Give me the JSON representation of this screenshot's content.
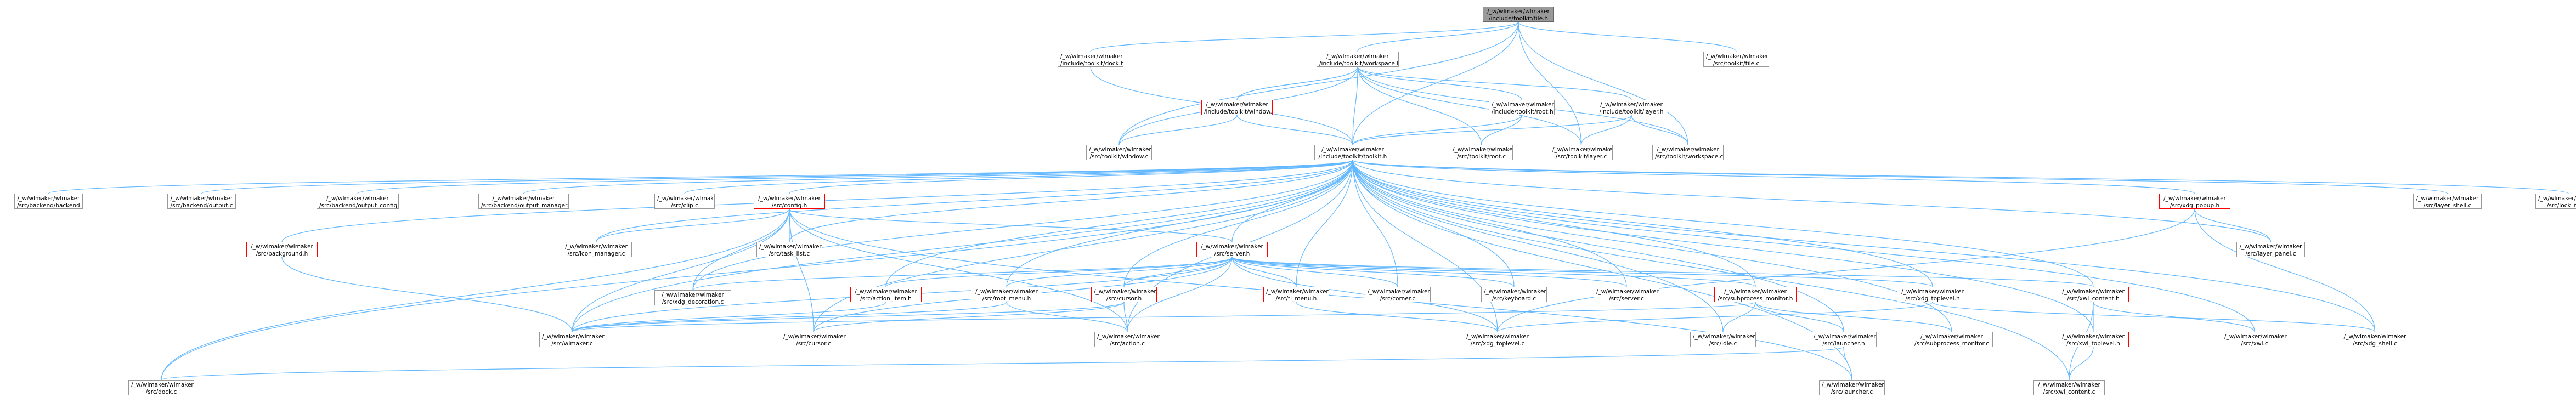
{
  "diagram": {
    "nodes": [
      {
        "id": "root",
        "line1": "/_w/wlmaker/wlmaker",
        "line2": "/include/toolkit/tile.h",
        "kind": "root"
      },
      {
        "id": "dock_h",
        "line1": "/_w/wlmaker/wlmaker",
        "line2": "/include/toolkit/dock.h",
        "kind": "plain"
      },
      {
        "id": "workspace_h",
        "line1": "/_w/wlmaker/wlmaker",
        "line2": "/include/toolkit/workspace.h",
        "kind": "plain"
      },
      {
        "id": "tile_c",
        "line1": "/_w/wlmaker/wlmaker",
        "line2": "/src/toolkit/tile.c",
        "kind": "plain"
      },
      {
        "id": "window_h",
        "line1": "/_w/wlmaker/wlmaker",
        "line2": "/include/toolkit/window.h",
        "kind": "red"
      },
      {
        "id": "root_h",
        "line1": "/_w/wlmaker/wlmaker",
        "line2": "/include/toolkit/root.h",
        "kind": "plain"
      },
      {
        "id": "layer_h",
        "line1": "/_w/wlmaker/wlmaker",
        "line2": "/include/toolkit/layer.h",
        "kind": "red"
      },
      {
        "id": "window_c",
        "line1": "/_w/wlmaker/wlmaker",
        "line2": "/src/toolkit/window.c",
        "kind": "plain"
      },
      {
        "id": "toolkit_h",
        "line1": "/_w/wlmaker/wlmaker",
        "line2": "/include/toolkit/toolkit.h",
        "kind": "plain"
      },
      {
        "id": "root_c",
        "line1": "/_w/wlmaker/wlmaker",
        "line2": "/src/toolkit/root.c",
        "kind": "plain"
      },
      {
        "id": "layer_c",
        "line1": "/_w/wlmaker/wlmaker",
        "line2": "/src/toolkit/layer.c",
        "kind": "plain"
      },
      {
        "id": "workspace_c",
        "line1": "/_w/wlmaker/wlmaker",
        "line2": "/src/toolkit/workspace.c",
        "kind": "plain"
      },
      {
        "id": "backend_c",
        "line1": "/_w/wlmaker/wlmaker",
        "line2": "/src/backend/backend.c",
        "kind": "plain"
      },
      {
        "id": "output_c",
        "line1": "/_w/wlmaker/wlmaker",
        "line2": "/src/backend/output.c",
        "kind": "plain"
      },
      {
        "id": "output_config_c",
        "line1": "/_w/wlmaker/wlmaker",
        "line2": "/src/backend/output_config.c",
        "kind": "plain"
      },
      {
        "id": "output_manager_c",
        "line1": "/_w/wlmaker/wlmaker",
        "line2": "/src/backend/output_manager.c",
        "kind": "plain"
      },
      {
        "id": "clip_c",
        "line1": "/_w/wlmaker/wlmaker",
        "line2": "/src/clip.c",
        "kind": "plain"
      },
      {
        "id": "config_h",
        "line1": "/_w/wlmaker/wlmaker",
        "line2": "/src/config.h",
        "kind": "red"
      },
      {
        "id": "background_h",
        "line1": "/_w/wlmaker/wlmaker",
        "line2": "/src/background.h",
        "kind": "red"
      },
      {
        "id": "icon_manager_c",
        "line1": "/_w/wlmaker/wlmaker",
        "line2": "/src/icon_manager.c",
        "kind": "plain"
      },
      {
        "id": "task_list_c",
        "line1": "/_w/wlmaker/wlmaker",
        "line2": "/src/task_list.c",
        "kind": "plain"
      },
      {
        "id": "server_h",
        "line1": "/_w/wlmaker/wlmaker",
        "line2": "/src/server.h",
        "kind": "red"
      },
      {
        "id": "xdg_popup_h",
        "line1": "/_w/wlmaker/wlmaker",
        "line2": "/src/xdg_popup.h",
        "kind": "red"
      },
      {
        "id": "layer_shell_c",
        "line1": "/_w/wlmaker/wlmaker",
        "line2": "/src/layer_shell.c",
        "kind": "plain"
      },
      {
        "id": "lock_mgr_c",
        "line1": "/_w/wlmaker/wlmaker",
        "line2": "/src/lock_mgr.c",
        "kind": "plain"
      },
      {
        "id": "layer_panel_c",
        "line1": "/_w/wlmaker/wlmaker",
        "line2": "/src/layer_panel.c",
        "kind": "plain"
      },
      {
        "id": "xdg_decoration_c",
        "line1": "/_w/wlmaker/wlmaker",
        "line2": "/src/xdg_decoration.c",
        "kind": "plain"
      },
      {
        "id": "action_item_h",
        "line1": "/_w/wlmaker/wlmaker",
        "line2": "/src/action_item.h",
        "kind": "red"
      },
      {
        "id": "root_menu_h",
        "line1": "/_w/wlmaker/wlmaker",
        "line2": "/src/root_menu.h",
        "kind": "red"
      },
      {
        "id": "cursor_h",
        "line1": "/_w/wlmaker/wlmaker",
        "line2": "/src/cursor.h",
        "kind": "red"
      },
      {
        "id": "tl_menu_h",
        "line1": "/_w/wlmaker/wlmaker",
        "line2": "/src/tl_menu.h",
        "kind": "red"
      },
      {
        "id": "corner_c",
        "line1": "/_w/wlmaker/wlmaker",
        "line2": "/src/corner.c",
        "kind": "plain"
      },
      {
        "id": "keyboard_c",
        "line1": "/_w/wlmaker/wlmaker",
        "line2": "/src/keyboard.c",
        "kind": "plain"
      },
      {
        "id": "server_c",
        "line1": "/_w/wlmaker/wlmaker",
        "line2": "/src/server.c",
        "kind": "plain"
      },
      {
        "id": "subprocess_monitor_h",
        "line1": "/_w/wlmaker/wlmaker",
        "line2": "/src/subprocess_monitor.h",
        "kind": "red"
      },
      {
        "id": "xdg_toplevel_h",
        "line1": "/_w/wlmaker/wlmaker",
        "line2": "/src/xdg_toplevel.h",
        "kind": "plain"
      },
      {
        "id": "xwl_content_h",
        "line1": "/_w/wlmaker/wlmaker",
        "line2": "/src/xwl_content.h",
        "kind": "red"
      },
      {
        "id": "wlmaker_c",
        "line1": "/_w/wlmaker/wlmaker",
        "line2": "/src/wlmaker.c",
        "kind": "plain"
      },
      {
        "id": "cursor_c",
        "line1": "/_w/wlmaker/wlmaker",
        "line2": "/src/cursor.c",
        "kind": "plain"
      },
      {
        "id": "action_c",
        "line1": "/_w/wlmaker/wlmaker",
        "line2": "/src/action.c",
        "kind": "plain"
      },
      {
        "id": "xdg_toplevel_c",
        "line1": "/_w/wlmaker/wlmaker",
        "line2": "/src/xdg_toplevel.c",
        "kind": "plain"
      },
      {
        "id": "idle_c",
        "line1": "/_w/wlmaker/wlmaker",
        "line2": "/src/idle.c",
        "kind": "plain"
      },
      {
        "id": "launcher_h",
        "line1": "/_w/wlmaker/wlmaker",
        "line2": "/src/launcher.h",
        "kind": "plain"
      },
      {
        "id": "subprocess_monitor_c",
        "line1": "/_w/wlmaker/wlmaker",
        "line2": "/src/subprocess_monitor.c",
        "kind": "plain"
      },
      {
        "id": "xwl_toplevel_h",
        "line1": "/_w/wlmaker/wlmaker",
        "line2": "/src/xwl_toplevel.h",
        "kind": "red"
      },
      {
        "id": "xwl_c",
        "line1": "/_w/wlmaker/wlmaker",
        "line2": "/src/xwl.c",
        "kind": "plain"
      },
      {
        "id": "xdg_shell_c",
        "line1": "/_w/wlmaker/wlmaker",
        "line2": "/src/xdg_shell.c",
        "kind": "plain"
      },
      {
        "id": "dock_c",
        "line1": "/_w/wlmaker/wlmaker",
        "line2": "/src/dock.c",
        "kind": "plain"
      },
      {
        "id": "launcher_c",
        "line1": "/_w/wlmaker/wlmaker",
        "line2": "/src/launcher.c",
        "kind": "plain"
      },
      {
        "id": "xwl_content_c",
        "line1": "/_w/wlmaker/wlmaker",
        "line2": "/src/xwl_content.c",
        "kind": "plain"
      }
    ],
    "edges": [
      [
        "root",
        "dock_h"
      ],
      [
        "root",
        "workspace_h"
      ],
      [
        "root",
        "tile_c"
      ],
      [
        "root",
        "window_c"
      ],
      [
        "root",
        "toolkit_h"
      ],
      [
        "root",
        "layer_c"
      ],
      [
        "root",
        "workspace_c"
      ],
      [
        "dock_h",
        "toolkit_h"
      ],
      [
        "workspace_h",
        "window_h"
      ],
      [
        "workspace_h",
        "root_h"
      ],
      [
        "workspace_h",
        "layer_h"
      ],
      [
        "workspace_h",
        "window_c"
      ],
      [
        "workspace_h",
        "toolkit_h"
      ],
      [
        "workspace_h",
        "root_c"
      ],
      [
        "workspace_h",
        "layer_c"
      ],
      [
        "workspace_h",
        "workspace_c"
      ],
      [
        "window_h",
        "workspace_h"
      ],
      [
        "window_h",
        "window_c"
      ],
      [
        "window_h",
        "toolkit_h"
      ],
      [
        "root_h",
        "toolkit_h"
      ],
      [
        "root_h",
        "root_c"
      ],
      [
        "layer_h",
        "toolkit_h"
      ],
      [
        "layer_h",
        "layer_c"
      ],
      [
        "layer_h",
        "workspace_c"
      ],
      [
        "toolkit_h",
        "backend_c"
      ],
      [
        "toolkit_h",
        "output_c"
      ],
      [
        "toolkit_h",
        "output_config_c"
      ],
      [
        "toolkit_h",
        "output_manager_c"
      ],
      [
        "toolkit_h",
        "clip_c"
      ],
      [
        "toolkit_h",
        "config_h"
      ],
      [
        "toolkit_h",
        "background_h"
      ],
      [
        "toolkit_h",
        "icon_manager_c"
      ],
      [
        "toolkit_h",
        "task_list_c"
      ],
      [
        "toolkit_h",
        "server_h"
      ],
      [
        "toolkit_h",
        "xdg_popup_h"
      ],
      [
        "toolkit_h",
        "layer_shell_c"
      ],
      [
        "toolkit_h",
        "lock_mgr_c"
      ],
      [
        "toolkit_h",
        "layer_panel_c"
      ],
      [
        "toolkit_h",
        "xdg_decoration_c"
      ],
      [
        "toolkit_h",
        "action_item_h"
      ],
      [
        "toolkit_h",
        "root_menu_h"
      ],
      [
        "toolkit_h",
        "cursor_h"
      ],
      [
        "toolkit_h",
        "tl_menu_h"
      ],
      [
        "toolkit_h",
        "corner_c"
      ],
      [
        "toolkit_h",
        "keyboard_c"
      ],
      [
        "toolkit_h",
        "server_c"
      ],
      [
        "toolkit_h",
        "subprocess_monitor_h"
      ],
      [
        "toolkit_h",
        "xdg_toplevel_h"
      ],
      [
        "toolkit_h",
        "xwl_content_h"
      ],
      [
        "toolkit_h",
        "wlmaker_c"
      ],
      [
        "toolkit_h",
        "cursor_c"
      ],
      [
        "toolkit_h",
        "action_c"
      ],
      [
        "toolkit_h",
        "xdg_toplevel_c"
      ],
      [
        "toolkit_h",
        "idle_c"
      ],
      [
        "toolkit_h",
        "launcher_h"
      ],
      [
        "toolkit_h",
        "subprocess_monitor_c"
      ],
      [
        "toolkit_h",
        "xwl_toplevel_h"
      ],
      [
        "toolkit_h",
        "xwl_c"
      ],
      [
        "toolkit_h",
        "xdg_shell_c"
      ],
      [
        "toolkit_h",
        "dock_c"
      ],
      [
        "toolkit_h",
        "launcher_c"
      ],
      [
        "toolkit_h",
        "xwl_content_c"
      ],
      [
        "config_h",
        "icon_manager_c"
      ],
      [
        "config_h",
        "task_list_c"
      ],
      [
        "config_h",
        "server_h"
      ],
      [
        "config_h",
        "xdg_decoration_c"
      ],
      [
        "config_h",
        "wlmaker_c"
      ],
      [
        "config_h",
        "cursor_c"
      ],
      [
        "config_h",
        "action_c"
      ],
      [
        "config_h",
        "dock_c"
      ],
      [
        "config_h",
        "launcher_c"
      ],
      [
        "background_h",
        "wlmaker_c"
      ],
      [
        "server_h",
        "xdg_decoration_c"
      ],
      [
        "server_h",
        "action_item_h"
      ],
      [
        "server_h",
        "root_menu_h"
      ],
      [
        "server_h",
        "cursor_h"
      ],
      [
        "server_h",
        "tl_menu_h"
      ],
      [
        "server_h",
        "corner_c"
      ],
      [
        "server_h",
        "keyboard_c"
      ],
      [
        "server_h",
        "server_c"
      ],
      [
        "server_h",
        "subprocess_monitor_h"
      ],
      [
        "server_h",
        "xdg_toplevel_h"
      ],
      [
        "server_h",
        "xwl_content_h"
      ],
      [
        "server_h",
        "wlmaker_c"
      ],
      [
        "server_h",
        "cursor_c"
      ],
      [
        "server_h",
        "action_c"
      ],
      [
        "server_h",
        "xdg_toplevel_c"
      ],
      [
        "xdg_popup_h",
        "xdg_toplevel_c"
      ],
      [
        "xdg_popup_h",
        "layer_panel_c"
      ],
      [
        "xdg_popup_h",
        "xdg_shell_c"
      ],
      [
        "action_item_h",
        "wlmaker_c"
      ],
      [
        "root_menu_h",
        "wlmaker_c"
      ],
      [
        "root_menu_h",
        "action_c"
      ],
      [
        "cursor_h",
        "wlmaker_c"
      ],
      [
        "cursor_h",
        "cursor_c"
      ],
      [
        "cursor_h",
        "action_c"
      ],
      [
        "tl_menu_h",
        "xdg_toplevel_c"
      ],
      [
        "subprocess_monitor_h",
        "idle_c"
      ],
      [
        "subprocess_monitor_h",
        "launcher_h"
      ],
      [
        "subprocess_monitor_h",
        "subprocess_monitor_c"
      ],
      [
        "subprocess_monitor_h",
        "wlmaker_c"
      ],
      [
        "xdg_toplevel_h",
        "xdg_toplevel_c"
      ],
      [
        "xdg_toplevel_h",
        "xdg_shell_c"
      ],
      [
        "xwl_content_h",
        "xwl_toplevel_h"
      ],
      [
        "xwl_content_h",
        "xwl_c"
      ],
      [
        "xwl_content_h",
        "xwl_content_c"
      ],
      [
        "xwl_toplevel_h",
        "xwl_content_c"
      ],
      [
        "launcher_h",
        "dock_c"
      ],
      [
        "launcher_h",
        "launcher_c"
      ]
    ]
  }
}
